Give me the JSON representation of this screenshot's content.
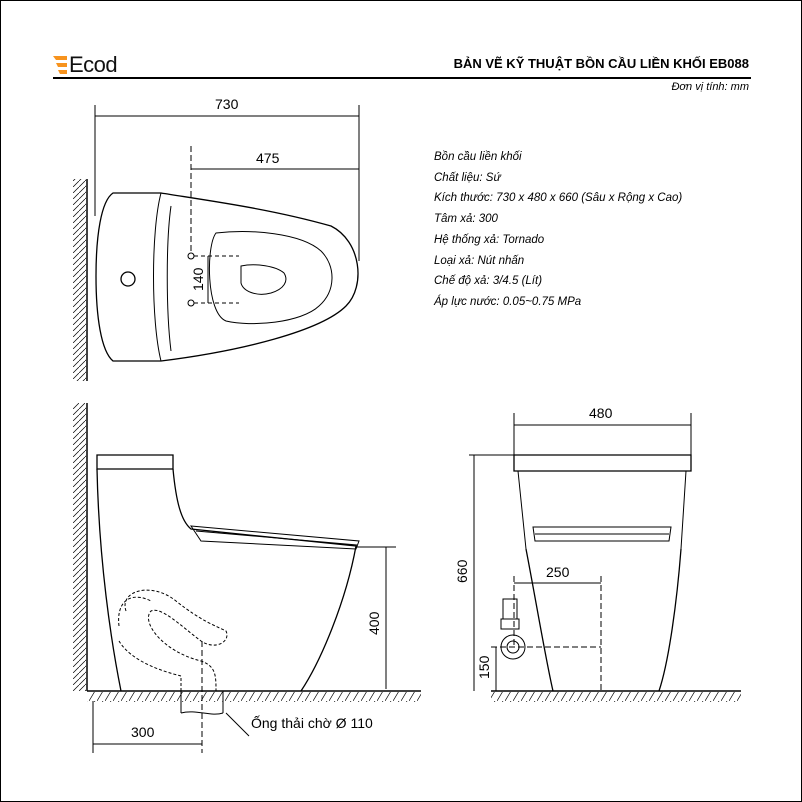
{
  "header": {
    "brand": "Ecod",
    "title": "BẢN VẼ KỸ THUẬT BỒN CẦU LIỀN KHỐI EB088",
    "unit": "Đơn vị tính: mm",
    "brand_color": "#f7931e"
  },
  "specs": [
    "Bồn cầu liền khối",
    "Chất liệu: Sứ",
    "Kích thước: 730 x 480 x 660 (Sâu x Rộng x Cao)",
    "Tâm xả: 300",
    "Hệ thống xả: Tornado",
    "Loại xả: Nút nhấn",
    "Chế độ xả: 3/4.5 (Lít)",
    "Áp lực nước: 0.05~0.75 MPa"
  ],
  "dimensions": {
    "top_depth": "730",
    "top_seat": "475",
    "top_hole_spacing": "140",
    "side_seat_height": "400",
    "side_outlet_center": "300",
    "outlet_label": "Ống thải chờ Ø 110",
    "front_width": "480",
    "front_height": "660",
    "front_inlet_offset": "250",
    "front_inlet_height": "150"
  }
}
